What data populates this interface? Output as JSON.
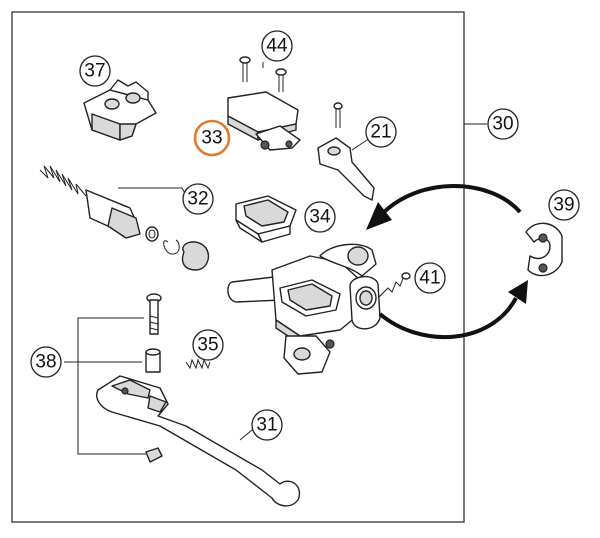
{
  "callouts": {
    "c30": "30",
    "c31": "31",
    "c32": "32",
    "c33": "33",
    "c34": "34",
    "c35": "35",
    "c37": "37",
    "c38": "38",
    "c39": "39",
    "c41": "41",
    "c44": "44",
    "c21": "21"
  },
  "highlight": {
    "callout": "33",
    "color": "#e07a2e"
  }
}
